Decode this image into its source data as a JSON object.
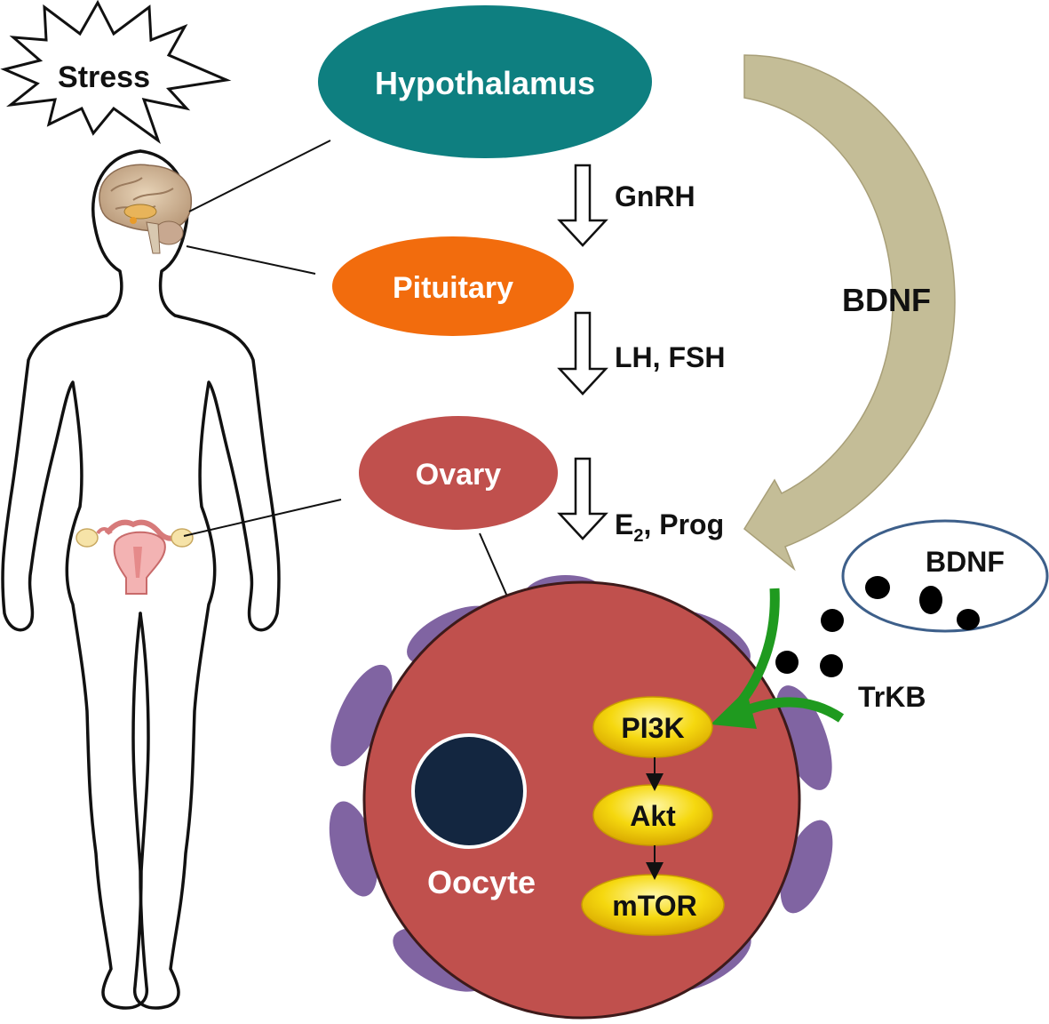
{
  "labels": {
    "stress": "Stress",
    "hypothalamus": "Hypothalamus",
    "pituitary": "Pituitary",
    "ovary": "Ovary",
    "gnrh": "GnRH",
    "lh_fsh": "LH, FSH",
    "e2_base": "E",
    "e2_sub": "2",
    "e2_rest": ", Prog",
    "bdnf_arc": "BDNF",
    "bdnf_oval": "BDNF",
    "trkb": "TrKB",
    "pi3k": "PI3K",
    "akt": "Akt",
    "mtor": "mTOR",
    "oocyte": "Oocyte"
  },
  "colors": {
    "hypothalamus": "#0e7f80",
    "pituitary": "#f26c0d",
    "ovary": "#c0504d",
    "follicle": "#c0504d",
    "granulosa": "#8064a2",
    "nucleus": "#132640",
    "arc_arrow": "#c4bd97",
    "green_arrow": "#1f9a1f",
    "pathway_node": "#f5d80f",
    "bdnf_oval_stroke": "#3d5f8a"
  }
}
